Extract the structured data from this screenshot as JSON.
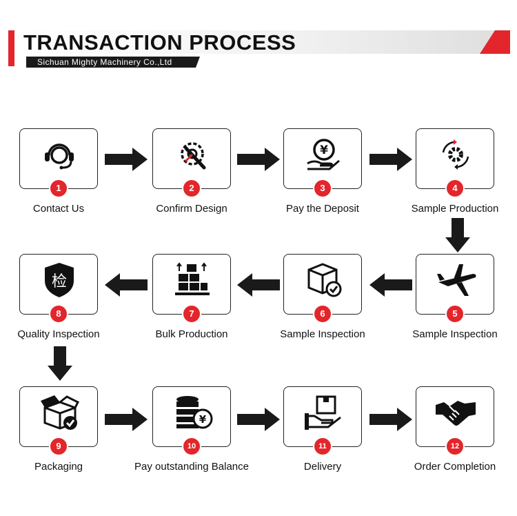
{
  "header": {
    "title": "TRANSACTION PROCESS",
    "subtitle": "Sichuan Mighty Machinery Co.,Ltd"
  },
  "colors": {
    "accent": "#e3262b",
    "dark": "#1a1a1a"
  },
  "steps": [
    {
      "number": "1",
      "label": "Contact Us",
      "icon": "headset-icon"
    },
    {
      "number": "2",
      "label": "Confirm Design",
      "icon": "gear-wrench-icon"
    },
    {
      "number": "3",
      "label": "Pay the Deposit",
      "icon": "yen-coin-hand-icon"
    },
    {
      "number": "4",
      "label": "Sample Production",
      "icon": "gear-cycle-icon"
    },
    {
      "number": "5",
      "label": "Sample Inspection",
      "icon": "airplane-icon"
    },
    {
      "number": "6",
      "label": "Sample Inspection",
      "icon": "box-check-icon"
    },
    {
      "number": "7",
      "label": "Bulk Production",
      "icon": "pallet-boxes-icon"
    },
    {
      "number": "8",
      "label": "Quality Inspection",
      "icon": "shield-inspect-icon"
    },
    {
      "number": "9",
      "label": "Packaging",
      "icon": "open-box-check-icon"
    },
    {
      "number": "10",
      "label": "Pay outstanding Balance",
      "icon": "coin-stack-yen-icon"
    },
    {
      "number": "11",
      "label": "Delivery",
      "icon": "hand-package-icon"
    },
    {
      "number": "12",
      "label": "Order Completion",
      "icon": "handshake-icon"
    }
  ],
  "icons": {
    "inspect_char": "检"
  }
}
